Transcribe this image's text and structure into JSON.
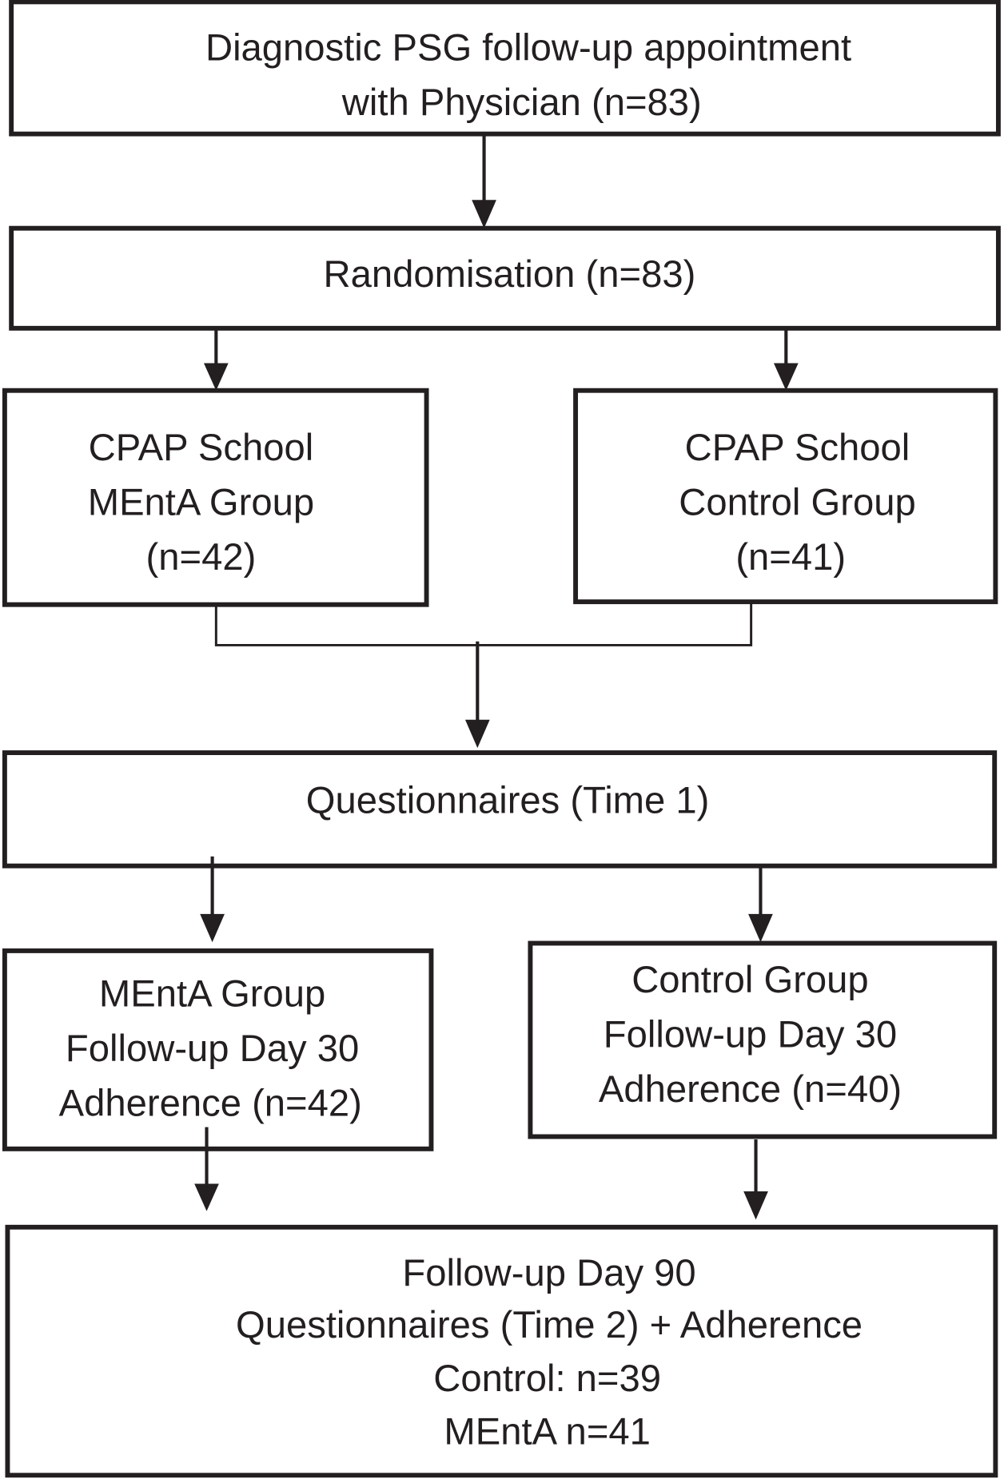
{
  "nodes": {
    "psg": {
      "lines": [
        "Diagnostic PSG follow-up appointment",
        "with Physician (n=83)"
      ]
    },
    "randomisation": {
      "lines": [
        "Randomisation (n=83)"
      ]
    },
    "menta_school": {
      "lines": [
        "CPAP School",
        "MEntA Group",
        "(n=42)"
      ]
    },
    "control_school": {
      "lines": [
        "CPAP School",
        "Control Group",
        "(n=41)"
      ]
    },
    "questionnaires_t1": {
      "lines": [
        "Questionnaires (Time 1)"
      ]
    },
    "menta_day30": {
      "lines": [
        "MEntA Group",
        "Follow-up Day 30",
        "Adherence (n=42)"
      ]
    },
    "control_day30": {
      "lines": [
        "Control Group",
        "Follow-up Day 30",
        "Adherence (n=40)"
      ]
    },
    "day90": {
      "lines": [
        "Follow-up Day 90",
        "Questionnaires (Time 2) + Adherence",
        "Control: n=39",
        "MEntA n=41"
      ]
    }
  },
  "colors": {
    "line": "#231f20",
    "background": "#ffffff"
  }
}
